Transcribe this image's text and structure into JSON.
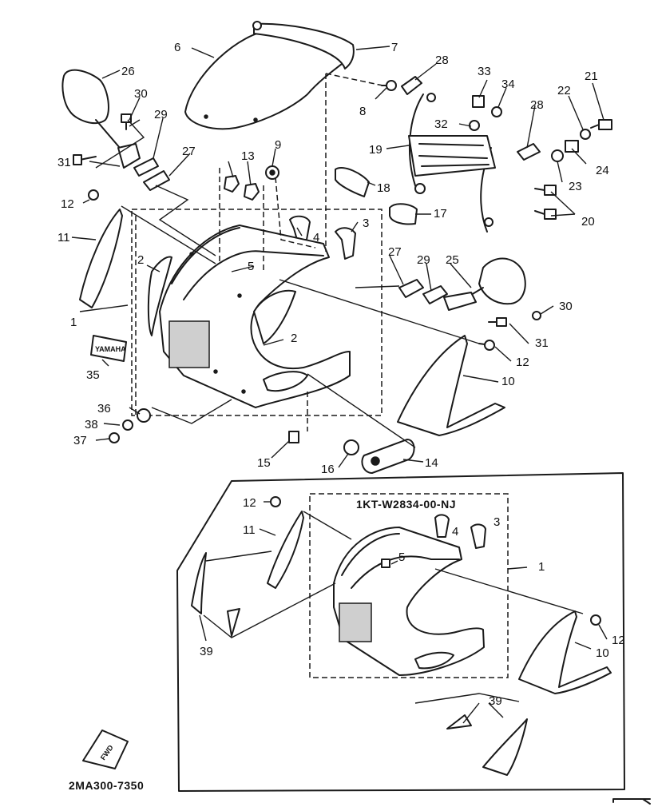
{
  "diagram": {
    "variant_code": "1KT-W2834-00-NJ",
    "drawing_number": "2MA300-7350",
    "fwd_label": "FWD",
    "brand_plate": "YAMAHA",
    "callouts": {
      "c1a": "1",
      "c2a": "2",
      "c2b": "2",
      "c3": "3",
      "c4": "4",
      "c5": "5",
      "c6": "6",
      "c7": "7",
      "c8": "8",
      "c9": "9",
      "c10": "10",
      "c11": "11",
      "c12a": "12",
      "c12b": "12",
      "c13": "13",
      "c14": "14",
      "c15": "15",
      "c16": "16",
      "c17": "17",
      "c18": "18",
      "c19": "19",
      "c20": "20",
      "c21": "21",
      "c22": "22",
      "c23": "23",
      "c24": "24",
      "c25": "25",
      "c26": "26",
      "c27a": "27",
      "c27b": "27",
      "c28a": "28",
      "c28b": "28",
      "c29a": "29",
      "c29b": "29",
      "c30a": "30",
      "c30b": "30",
      "c31a": "31",
      "c31b": "31",
      "c32": "32",
      "c33": "33",
      "c34": "34",
      "c35": "35",
      "c36": "36",
      "c37": "37",
      "c38": "38",
      "i1": "1",
      "i3": "3",
      "i4": "4",
      "i5": "5",
      "i10": "10",
      "i11": "11",
      "i12a": "12",
      "i12b": "12",
      "i39a": "39",
      "i39b": "39"
    }
  }
}
